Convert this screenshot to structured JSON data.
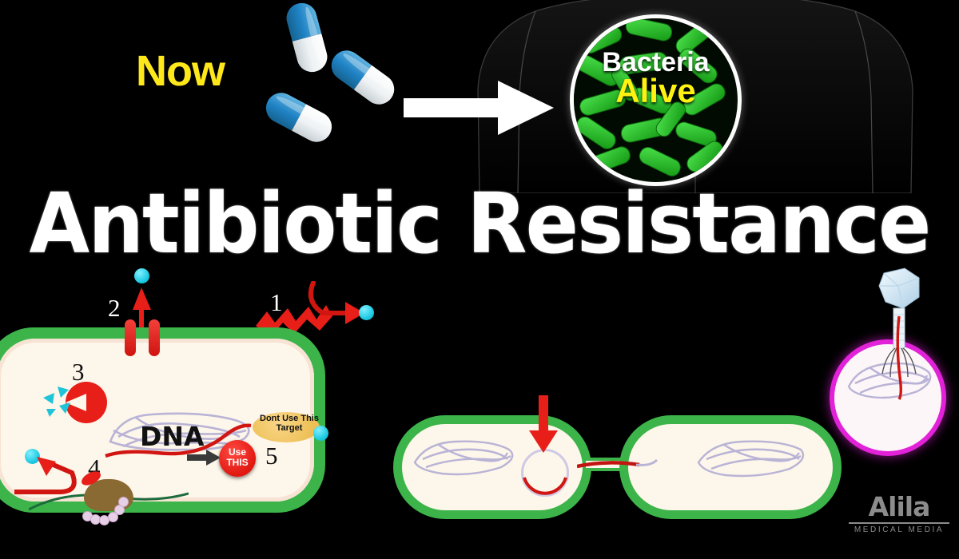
{
  "page": {
    "title": "Antibiotic Resistance",
    "background_color": "#000000"
  },
  "top_scene": {
    "timeline_label": "Now",
    "timeline_label_color": "#FFE81A",
    "arrow_icon": "right-arrow-icon",
    "pills": [
      {
        "name": "antibiotic-capsule",
        "color_a": "#1F82C4",
        "color_b": "#FFFFFF"
      },
      {
        "name": "antibiotic-capsule",
        "color_a": "#1F82C4",
        "color_b": "#FFFFFF"
      },
      {
        "name": "antibiotic-capsule",
        "color_a": "#1F82C4",
        "color_b": "#FFFFFF"
      }
    ],
    "petri": {
      "line1": "Bacteria",
      "line1_color": "#FFFFFF",
      "line2": "Alive",
      "line2_color": "#FFF212",
      "bacteria_color": "#21B21F"
    },
    "body_silhouette": "human-torso-silhouette"
  },
  "cell_main": {
    "wall_color": "#3CB44A",
    "cytoplasm_color": "#FDF6EA",
    "mechanisms": [
      {
        "number": "1",
        "name": "reduced-permeability"
      },
      {
        "number": "2",
        "name": "efflux-pump"
      },
      {
        "number": "3",
        "name": "drug-inactivating-enzyme"
      },
      {
        "number": "4",
        "name": "ribosome-target-protection"
      },
      {
        "number": "5",
        "name": "alternative-target"
      }
    ],
    "dna_label": "DNA",
    "use_this_line1": "Use",
    "use_this_line2": "THIS",
    "dont_use_line1": "Dont Use This",
    "dont_use_line2": "Target",
    "drug_dot_color": "#19C8E0",
    "enzyme_color": "#E81E18",
    "ribosome_color": "#8A6A33"
  },
  "conjugation_scene": {
    "name": "bacterial-conjugation",
    "donor_cell": "donor-bacterium",
    "recipient_cell": "recipient-bacterium",
    "plasmid": "resistance-plasmid",
    "arrow_icon": "down-arrow-icon",
    "bridge": "conjugation-pilus"
  },
  "transduction_scene": {
    "name": "phage-transduction",
    "phage": "bacteriophage-icon",
    "host_cell": "host-bacterium",
    "host_rim_color": "#E222D8",
    "injected_dna_color": "#D11510"
  },
  "watermark": {
    "brand": "Alila",
    "subtitle": "MEDICAL MEDIA",
    "color": "#8C8C8C"
  }
}
